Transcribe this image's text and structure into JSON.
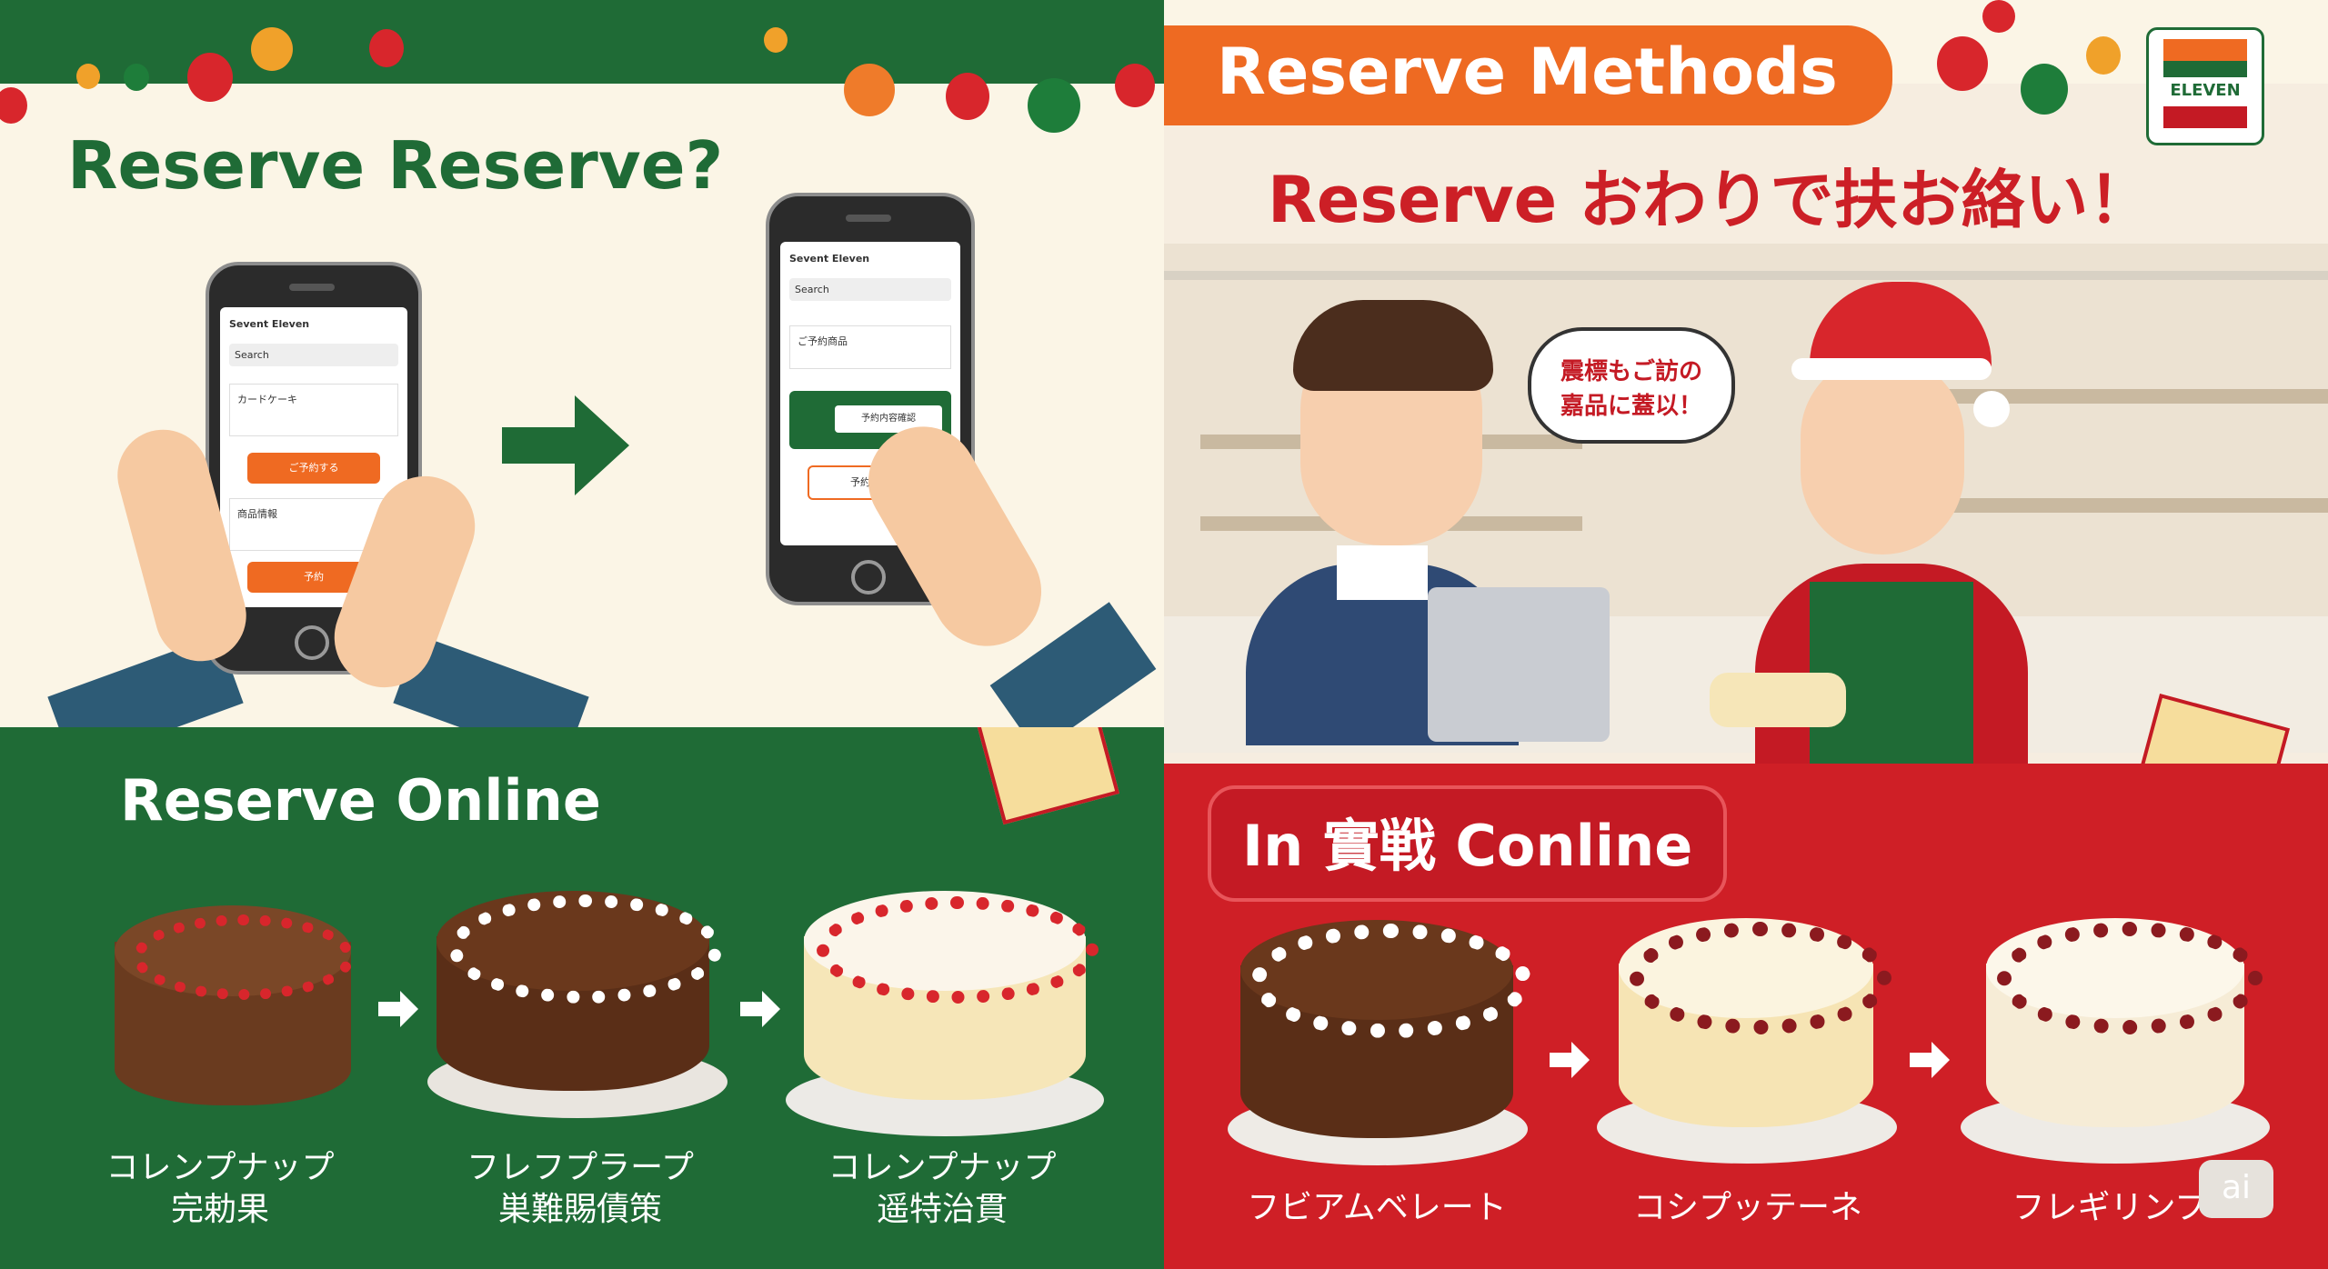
{
  "left_top": {
    "title": "Reserve Reserve?",
    "phone1": {
      "header": "Sevent Eleven",
      "search": "Search",
      "row1": "カードケーキ",
      "button": "ご予約する",
      "row2": "商品情報",
      "button2": "予約"
    },
    "phone2": {
      "header": "Sevent Eleven",
      "search": "Search",
      "row1": "ご予約商品",
      "button": "予約内容確認",
      "button2": "予約する"
    }
  },
  "left_bottom": {
    "title": "Reserve Online",
    "cakes": [
      {
        "line1": "コレンプナップ",
        "line2": "完勅果"
      },
      {
        "line1": "フレフプラープ",
        "line2": "巣難賜債策"
      },
      {
        "line1": "コレンプナップ",
        "line2": "遥特治貫"
      }
    ]
  },
  "right_top": {
    "title": "Reserve Methods",
    "subtitle": "Reserve  おわりで扶お絡い！",
    "speech_line1": "震標もご訪の",
    "speech_line2": "嘉品に蓋以！",
    "logo_text": "ELEVEN"
  },
  "right_bottom": {
    "title": "In 實戦  Conline",
    "cakes": [
      {
        "label": "フビアムベレート"
      },
      {
        "label": "コシプッテーネ"
      },
      {
        "label": "フレギリンプ"
      }
    ]
  },
  "badge": "ai",
  "colors": {
    "green": "#1f6b36",
    "orange": "#ee6a22",
    "red": "#cc1f26",
    "cream": "#fbf5e6"
  }
}
